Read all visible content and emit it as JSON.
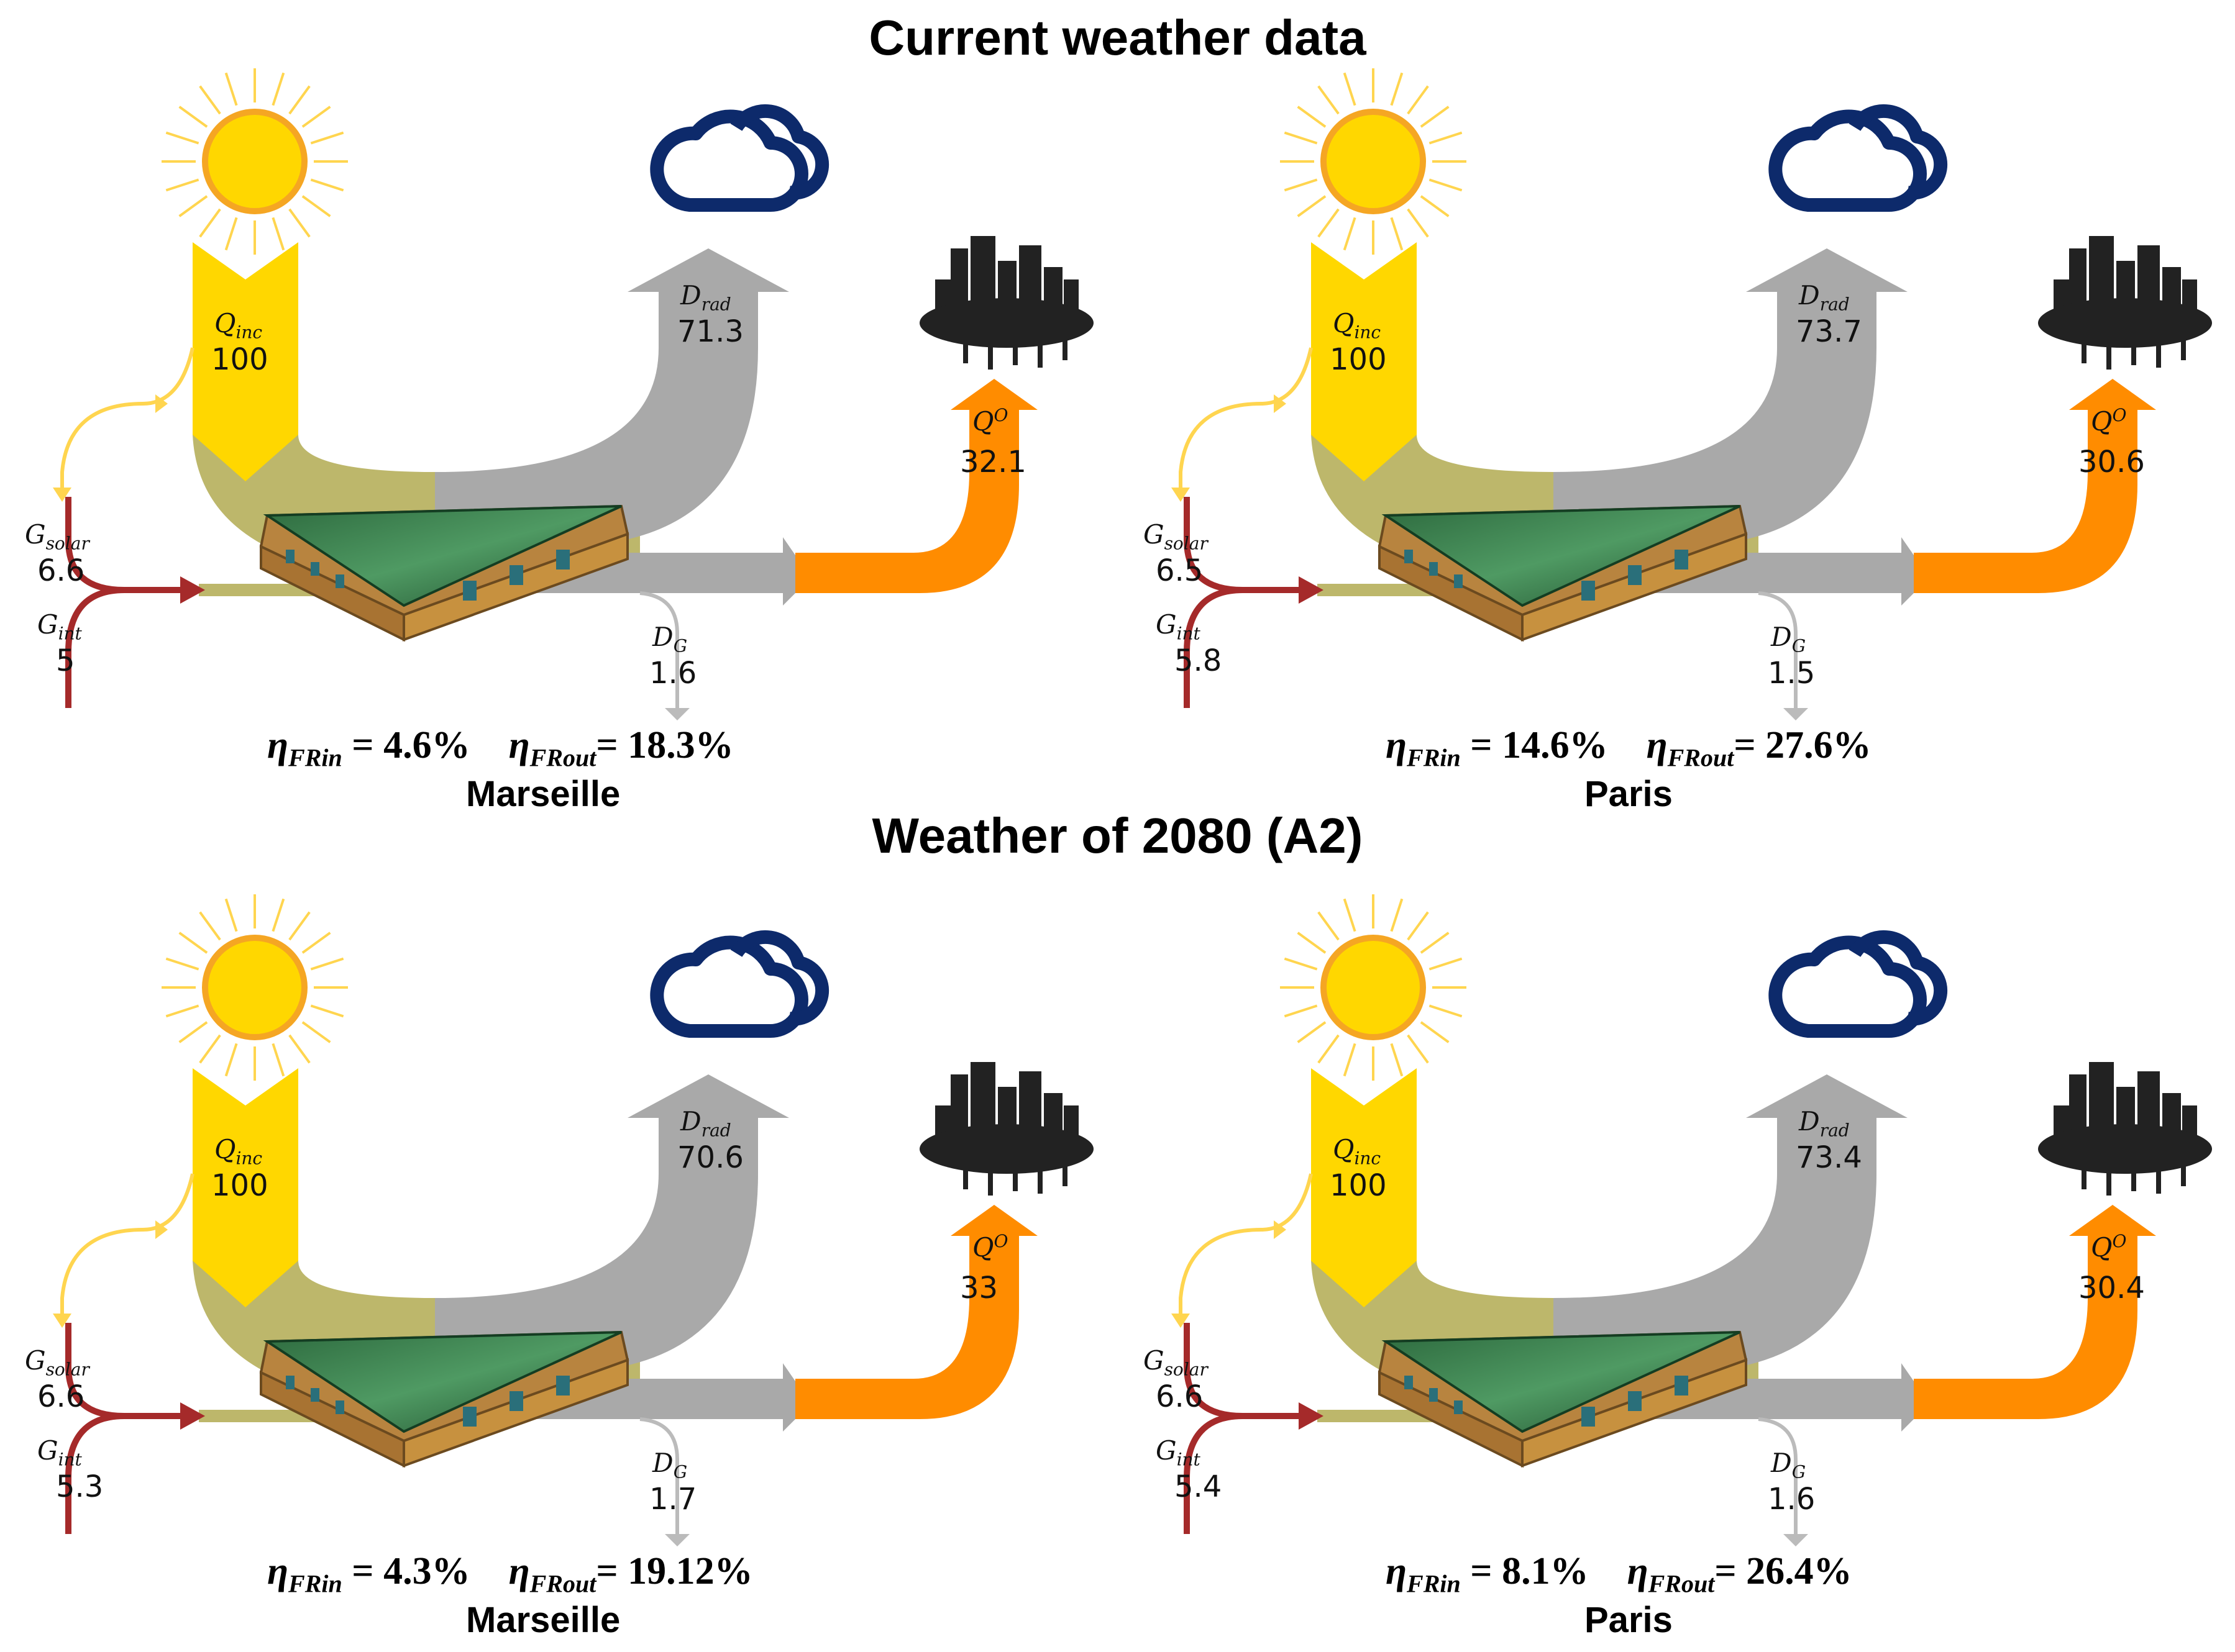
{
  "headings": {
    "current": "Current weather data",
    "future": "Weather of 2080 (A2)"
  },
  "symbols": {
    "q_inc": {
      "base": "Q",
      "sub": "inc"
    },
    "d_rad": {
      "base": "D",
      "sub": "rad"
    },
    "q_out": {
      "base": "Q",
      "sup": "O"
    },
    "d_g": {
      "base": "D",
      "sub": "G"
    },
    "g_solar": {
      "base": "G",
      "sub": "solar"
    },
    "g_int": {
      "base": "G",
      "sub": "int"
    },
    "eta": "η",
    "frin": "FRin",
    "frout": "FRout"
  },
  "colors": {
    "incident": "#ffd700",
    "mixed": "#bdb76b",
    "radiation": "#a9a9a9",
    "output": "#ff8c00",
    "solar_gain": "#ffd54f",
    "internal_gain": "#a52a2a",
    "cloud": "#0d2a6b",
    "sun": "#ffd700"
  },
  "panels": [
    {
      "id": "marseille-current",
      "city": "Marseille",
      "q_inc": "100",
      "d_rad": "71.3",
      "q_out": "32.1",
      "d_g": "1.6",
      "g_solar": "6.6",
      "g_int": "5",
      "eta_in": "= 4.6%",
      "eta_out": "= 18.3%"
    },
    {
      "id": "paris-current",
      "city": "Paris",
      "q_inc": "100",
      "d_rad": "73.7",
      "q_out": "30.6",
      "d_g": "1.5",
      "g_solar": "6.5",
      "g_int": "5.8",
      "eta_in": "= 14.6%",
      "eta_out": "= 27.6%"
    },
    {
      "id": "marseille-2080",
      "city": "Marseille",
      "q_inc": "100",
      "d_rad": "70.6",
      "q_out": "33",
      "d_g": "1.7",
      "g_solar": "6.6",
      "g_int": "5.3",
      "eta_in": "= 4.3%",
      "eta_out": "= 19.12%"
    },
    {
      "id": "paris-2080",
      "city": "Paris",
      "q_inc": "100",
      "d_rad": "73.4",
      "q_out": "30.4",
      "d_g": "1.6",
      "g_solar": "6.6",
      "g_int": "5.4",
      "eta_in": "= 8.1%",
      "eta_out": "= 26.4%"
    }
  ]
}
